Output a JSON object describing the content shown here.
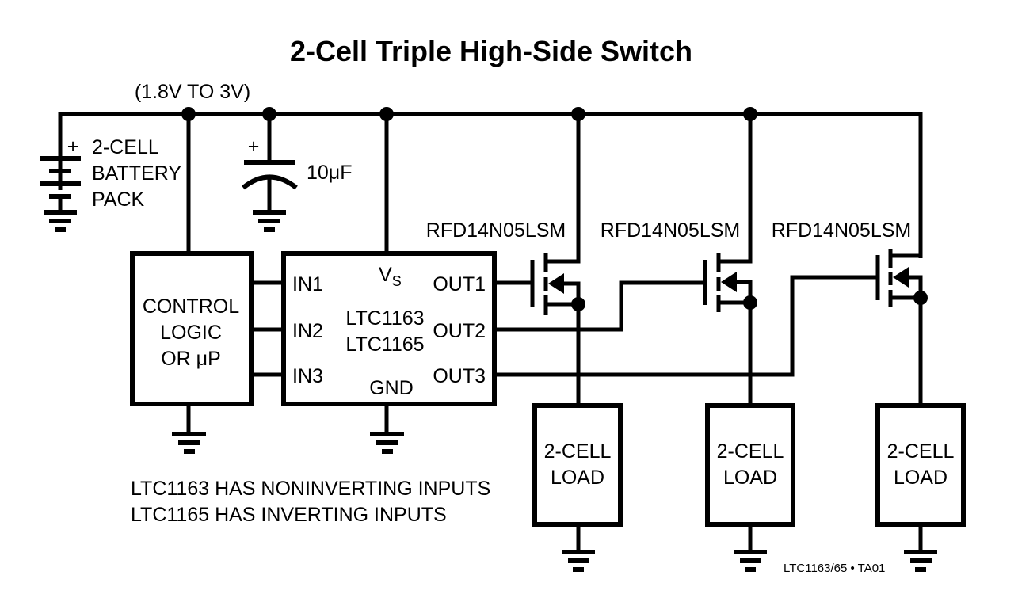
{
  "title": "2-Cell Triple High-Side Switch",
  "supply": {
    "voltage_range": "(1.8V TO 3V)"
  },
  "battery": {
    "polarity": "+",
    "label_lines": [
      "2-CELL",
      "BATTERY",
      "PACK"
    ]
  },
  "capacitor": {
    "polarity": "+",
    "value": "10μF"
  },
  "control_logic": {
    "label_lines": [
      "CONTROL",
      "LOGIC",
      "OR μP"
    ]
  },
  "ic": {
    "part_numbers": [
      "LTC1163",
      "LTC1165"
    ],
    "supply_pin": "V",
    "supply_pin_sub": "S",
    "ground_pin": "GND",
    "inputs": [
      "IN1",
      "IN2",
      "IN3"
    ],
    "outputs": [
      "OUT1",
      "OUT2",
      "OUT3"
    ]
  },
  "mosfets": [
    {
      "part": "RFD14N05LSM"
    },
    {
      "part": "RFD14N05LSM"
    },
    {
      "part": "RFD14N05LSM"
    }
  ],
  "loads": [
    {
      "label_lines": [
        "2-CELL",
        "LOAD"
      ]
    },
    {
      "label_lines": [
        "2-CELL",
        "LOAD"
      ]
    },
    {
      "label_lines": [
        "2-CELL",
        "LOAD"
      ]
    }
  ],
  "notes": [
    "LTC1163 HAS NONINVERTING INPUTS",
    "LTC1165 HAS INVERTING INPUTS"
  ],
  "figure_id": "LTC1163/65 • TA01"
}
